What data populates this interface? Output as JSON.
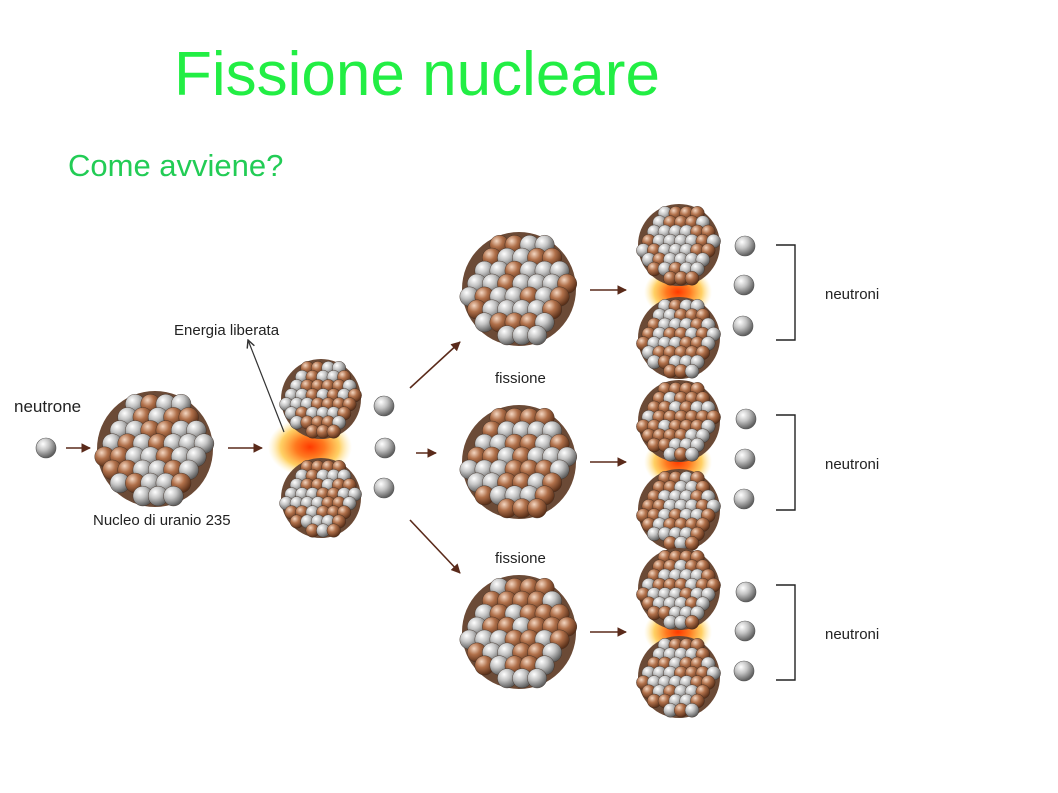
{
  "title": "Fissione nucleare",
  "subtitle": "Come avviene?",
  "labels": {
    "neutrone": "neutrone",
    "energia": "Energia liberata",
    "nucleo": "Nucleo di uranio 235",
    "fissione_top": "fissione",
    "fissione_bottom": "fissione",
    "neutroni_top": "neutroni",
    "neutroni_middle": "neutroni",
    "neutroni_bottom": "neutroni"
  },
  "colors": {
    "title": "#22ee44",
    "subtitle": "#22cc55",
    "proton": "#b0704a",
    "neutron": "#a9a9a9",
    "energy_core": "#ff5a1a",
    "energy_glow": "#ffd24a",
    "arrow": "#5a2a1a"
  }
}
